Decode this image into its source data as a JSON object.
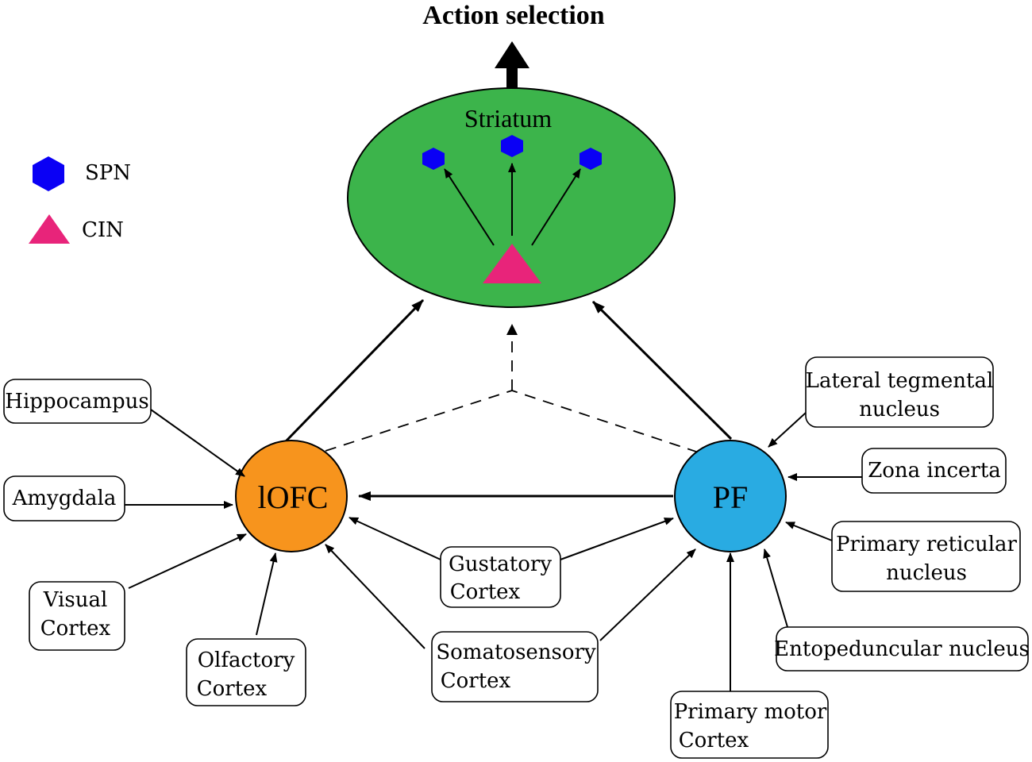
{
  "title": "Action selection",
  "striatum": {
    "label": "Striatum",
    "fill": "#3cb44b"
  },
  "legend": {
    "spn": {
      "label": "SPN",
      "color": "#0a00f5"
    },
    "cin": {
      "label": "CIN",
      "color": "#e8247a"
    }
  },
  "nodes": {
    "lofc": {
      "label": "lOFC",
      "color": "#f7941d"
    },
    "pf": {
      "label": "PF",
      "color": "#29abe2"
    }
  },
  "inputs": {
    "hippocampus": [
      "Hippocampus"
    ],
    "amygdala": [
      "Amygdala"
    ],
    "visual": [
      "Visual",
      "Cortex"
    ],
    "olfactory": [
      "Olfactory",
      "Cortex"
    ],
    "gustatory": [
      "Gustatory",
      "Cortex"
    ],
    "somatosensory": [
      "Somatosensory",
      "Cortex"
    ],
    "lateral_tegmental": [
      "Lateral tegmental",
      "nucleus"
    ],
    "zona_incerta": [
      "Zona incerta"
    ],
    "primary_reticular": [
      "Primary reticular",
      "nucleus"
    ],
    "entopeduncular": [
      "Entopeduncular nucleus"
    ],
    "primary_motor": [
      "Primary motor",
      "Cortex"
    ]
  }
}
